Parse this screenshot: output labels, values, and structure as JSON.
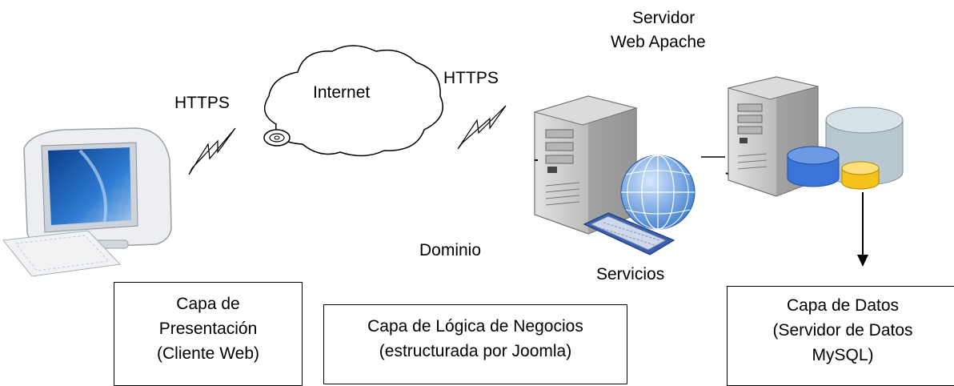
{
  "labels": {
    "https_left": "HTTPS",
    "internet": "Internet",
    "https_right": "HTTPS",
    "server_line1": "Servidor",
    "server_line2": "Web Apache",
    "dominio": "Dominio",
    "servicios": "Servicios"
  },
  "boxes": {
    "presentacion": {
      "line1": "Capa de",
      "line2": "Presentación",
      "line3": "(Cliente Web)"
    },
    "logica": {
      "line1": "Capa de Lógica de Negocios",
      "line2": "(estructurada por Joomla)"
    },
    "datos": {
      "line1": "Capa de Datos",
      "line2": "(Servidor de Datos",
      "line3": "MySQL)"
    }
  },
  "colors": {
    "screen_blue": "#1e5fa8",
    "monitor_body": "#e9ecef",
    "server_body": "#c8c8c8",
    "globe_blue": "#3f7fd0",
    "db_blue": "#3b73d6",
    "db_grey": "#b8c7d0",
    "db_yellow": "#f5c21b"
  }
}
